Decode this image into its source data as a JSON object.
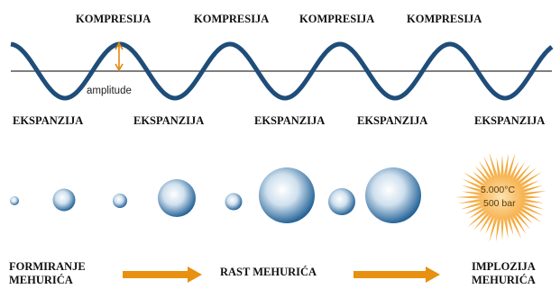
{
  "wave": {
    "compression_labels": [
      "KOMPRESIJA",
      "KOMPRESIJA",
      "KOMPRESIJA",
      "KOMPRESIJA"
    ],
    "expansion_labels": [
      "EKSPANZIJA",
      "EKSPANZIJA",
      "EKSPANZIJA",
      "EKSPANZIJA",
      "EKSPANZIJA"
    ],
    "amplitude_label": "amplitude",
    "color": "#1f4d7a",
    "axis_color": "#333333",
    "amplitude_marker_color": "#e08a10"
  },
  "bubbles": {
    "color_light": "#ffffff",
    "color_dark": "#1d5e94"
  },
  "implosion": {
    "temperature": "5.000°C",
    "pressure": "500 bar",
    "burst_color": "#f09a1e"
  },
  "stages": {
    "formation_line1": "FORMIRANJE",
    "formation_line2": "MEHURIĆA",
    "growth": "RAST MEHURIĆA",
    "implosion_line1": "IMPLOZIJA",
    "implosion_line2": "MEHURIĆA",
    "arrow_color": "#e8900f"
  }
}
